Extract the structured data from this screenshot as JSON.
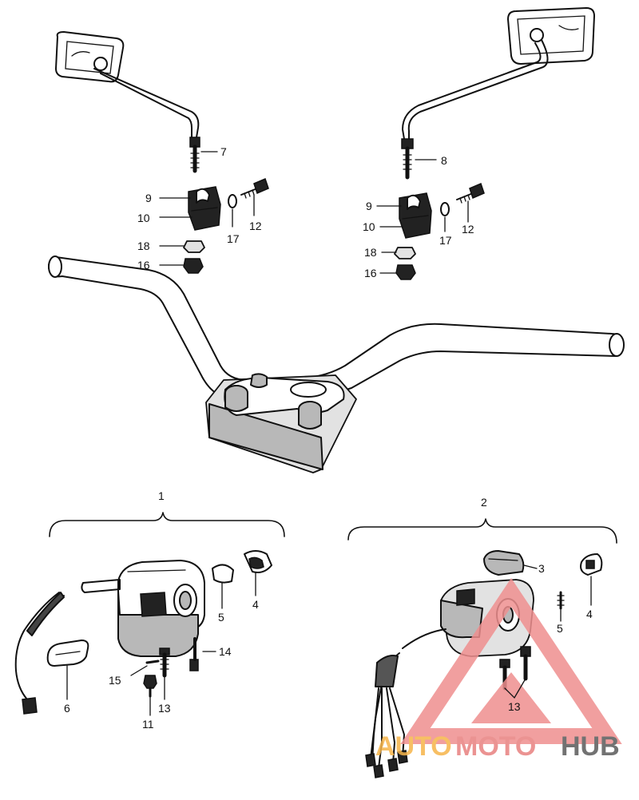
{
  "diagram": {
    "labels": {
      "l1": "1",
      "l2": "2",
      "l3": "3",
      "l4a": "4",
      "l4b": "4",
      "l5a": "5",
      "l5b": "5",
      "l6": "6",
      "l7": "7",
      "l8": "8",
      "l9a": "9",
      "l9b": "9",
      "l10a": "10",
      "l10b": "10",
      "l11": "11",
      "l12a": "12",
      "l12b": "12",
      "l13a": "13",
      "l13b": "13",
      "l14": "14",
      "l15": "15",
      "l16a": "16",
      "l16b": "16",
      "l17a": "17",
      "l17b": "17",
      "l18a": "18",
      "l18b": "18"
    }
  },
  "watermark": {
    "part1": "AUTO",
    "part2": "MOTO",
    "part3": "HUB",
    "colors": {
      "auto": "#f6b54a",
      "moto": "#e8817f",
      "hub": "#5a5a5a",
      "triangle": "#ef8f8f"
    }
  }
}
